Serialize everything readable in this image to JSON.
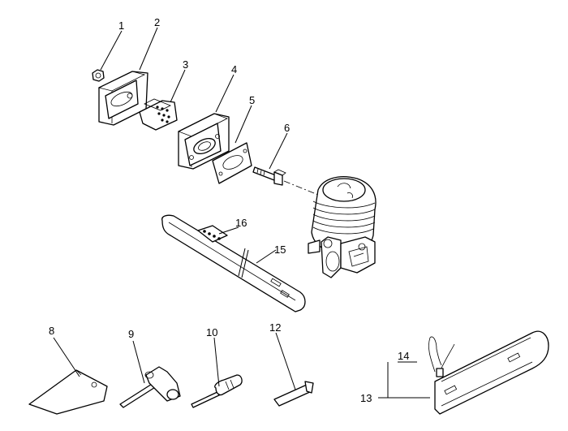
{
  "callouts": [
    {
      "id": "1",
      "label": "1"
    },
    {
      "id": "2",
      "label": "2"
    },
    {
      "id": "3",
      "label": "3"
    },
    {
      "id": "4",
      "label": "4"
    },
    {
      "id": "5",
      "label": "5"
    },
    {
      "id": "6",
      "label": "6"
    },
    {
      "id": "8",
      "label": "8"
    },
    {
      "id": "9",
      "label": "9"
    },
    {
      "id": "10",
      "label": "10"
    },
    {
      "id": "12",
      "label": "12"
    },
    {
      "id": "13",
      "label": "13"
    },
    {
      "id": "14",
      "label": "14"
    },
    {
      "id": "15",
      "label": "15"
    },
    {
      "id": "16",
      "label": "16"
    }
  ]
}
